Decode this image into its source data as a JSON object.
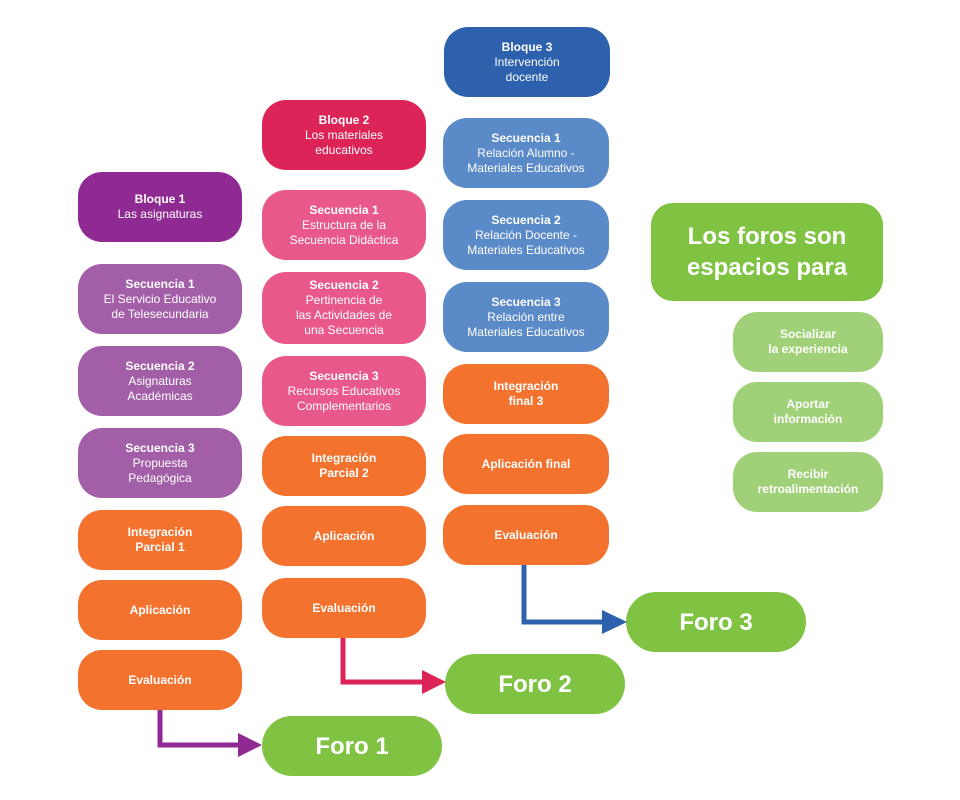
{
  "colors": {
    "bloque1": "#8e2a92",
    "seq1": "#a35ea8",
    "bloque2": "#dd2459",
    "seq2": "#e9588b",
    "bloque3": "#2d61ad",
    "seq3": "#5b8ac9",
    "orange": "#f3722e",
    "foro": "#80c343",
    "purpose": "#a0d178",
    "arrow1": "#8e2a92",
    "arrow2": "#dd2459",
    "arrow3": "#2d61ad"
  },
  "column1": {
    "bloque": {
      "title": "Bloque 1",
      "subtitle": "Las asignaturas"
    },
    "secuencias": [
      {
        "title": "Secuencia 1",
        "subtitle": "El Servicio Educativo\nde Telesecundaria"
      },
      {
        "title": "Secuencia 2",
        "subtitle": "Asignaturas\nAcadémicas"
      },
      {
        "title": "Secuencia 3",
        "subtitle": "Propuesta\nPedagógica"
      }
    ],
    "integracion": "Integración\nParcial 1",
    "aplicacion": "Aplicación",
    "evaluacion": "Evaluación",
    "foro": "Foro 1"
  },
  "column2": {
    "bloque": {
      "title": "Bloque 2",
      "subtitle": "Los materiales\neducativos"
    },
    "secuencias": [
      {
        "title": "Secuencia 1",
        "subtitle": "Estructura de la\nSecuencia Didáctica"
      },
      {
        "title": "Secuencia 2",
        "subtitle": "Pertinencia de\nlas Actividades de\nuna Secuencia"
      },
      {
        "title": "Secuencia 3",
        "subtitle": "Recursos Educativos\nComplementarios"
      }
    ],
    "integracion": "Integración\nParcial 2",
    "aplicacion": "Aplicación",
    "evaluacion": "Evaluación",
    "foro": "Foro 2"
  },
  "column3": {
    "bloque": {
      "title": "Bloque 3",
      "subtitle": "Intervención\ndocente"
    },
    "secuencias": [
      {
        "title": "Secuencia 1",
        "subtitle": "Relación Alumno -\nMateriales Educativos"
      },
      {
        "title": "Secuencia 2",
        "subtitle": "Relación Docente -\nMateriales Educativos"
      },
      {
        "title": "Secuencia 3",
        "subtitle": "Relación entre\nMateriales Educativos"
      }
    ],
    "integracion": "Integración\nfinal 3",
    "aplicacion": "Aplicación final",
    "evaluacion": "Evaluación",
    "foro": "Foro 3"
  },
  "foros_panel": {
    "title": "Los foros son\nespacios para",
    "items": [
      "Socializar\nla experiencia",
      "Aportar\ninformación",
      "Recibir\nretroalimentación"
    ]
  }
}
